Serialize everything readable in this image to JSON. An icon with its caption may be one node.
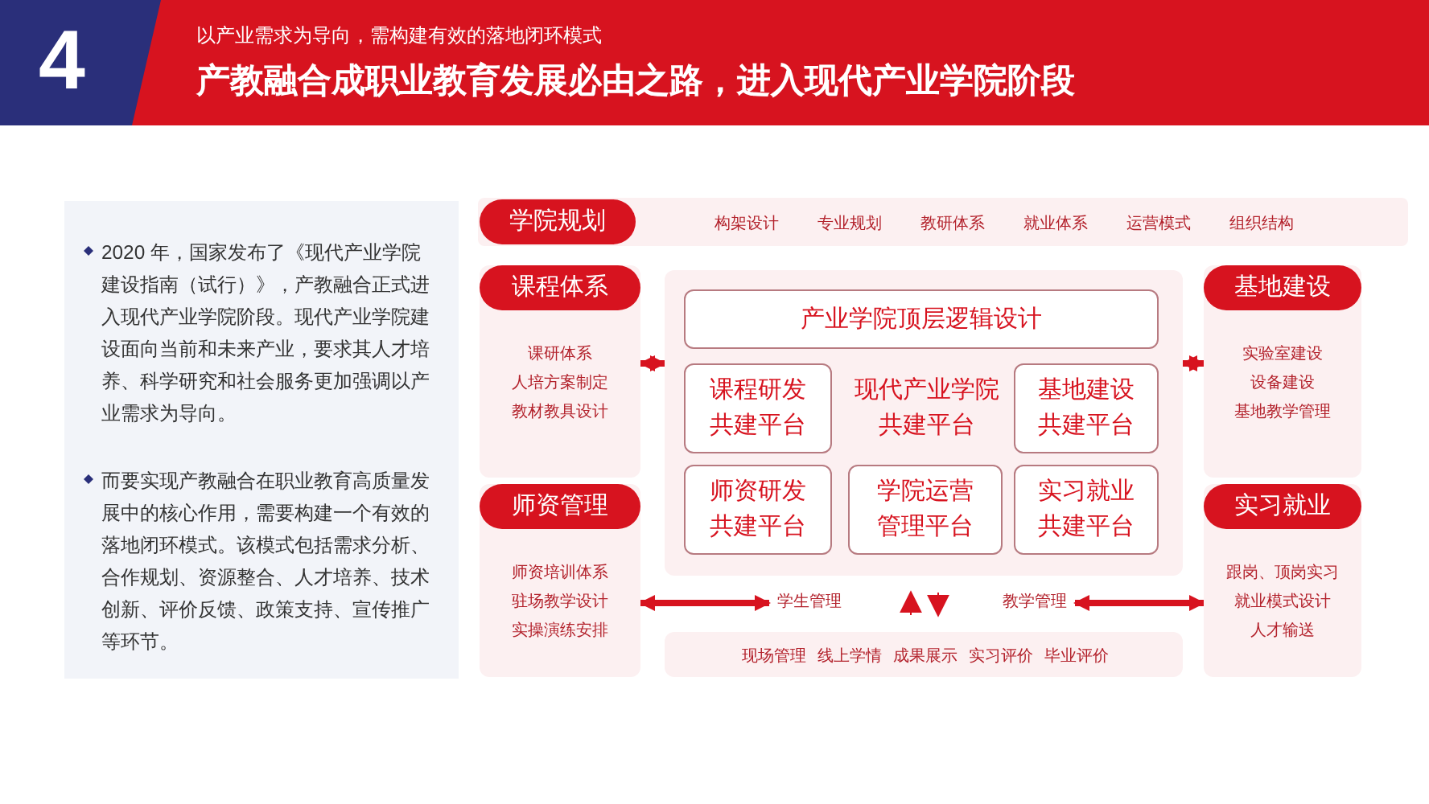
{
  "diagram": {
    "title": "产教融合成职业教育发展必由之路，进入现代产业学院阶段",
    "nodes": [
      {
        "text": [
          "2020 年，国家发布了《现代产业学院建设指南（试行）》，产教融合正式进入现代产业学院阶段。现代产业学院建设面向当前和未来产业，要求其人才培养、科学研究和社会服务更加强调以产业需求为导向。",
          "而要实现产教融合在职业教育高质量发展中的核心作用，需要构建一个有效的落地闭环模式。该模式包括需求分析、合作规划、资源整合、人才培养、技术创新、评价反馈、政策支持、宣传推广等环节。"
        ]
      },
      {
        "text": [
          "学院规划",
          "构架设计",
          "专业规划",
          "教研体系",
          "就业体系",
          "运营模式",
          "组织结构"
        ]
      },
      {
        "text": [
          "课程体系",
          "课研体系",
          "人培方案制定",
          "教材教具设计"
        ]
      },
      {
        "text": [],
        "shape": "box"
      },
      {
        "text": [
          "产业学院顶层逻辑设计"
        ],
        "in": 3
      },
      {
        "text": [
          "课程研发共建平台"
        ],
        "in": 3
      },
      {
        "text": [
          "现代产业学院共建平台"
        ],
        "in": 3
      },
      {
        "text": [
          "基地建设共建平台"
        ],
        "in": 3
      },
      {
        "text": [
          "师资研发共建平台"
        ],
        "in": 3
      },
      {
        "text": [
          "学院运营管理平台"
        ],
        "in": 3
      },
      {
        "text": [
          "实习就业共建平台"
        ],
        "in": 3
      },
      {
        "text": [
          "基地建设",
          "实验室建设",
          "设备建设",
          "基地教学管理"
        ]
      },
      {
        "text": [
          "师资管理",
          "师资培训体系",
          "驻场教学设计",
          "实操演练安排"
        ]
      },
      {
        "text": [
          "学生管理"
        ]
      },
      {
        "text": [
          "教学管理"
        ]
      },
      {
        "text": [
          "实习就业",
          "跟岗、顶岗实习",
          "就业模式设计",
          "人才输送"
        ]
      },
      {
        "text": [
          "现场管理",
          "线上学情",
          "成果展示",
          "实习评价",
          "毕业评价"
        ]
      }
    ],
    "edges": [
      {
        "from": 2,
        "to": 3,
        "arrow": "both"
      },
      {
        "from": 3,
        "to": 11,
        "arrow": "both"
      },
      {
        "from": 12,
        "to": 13,
        "arrow": "both"
      },
      {
        "from": 14,
        "to": 15,
        "arrow": "both"
      },
      {
        "from": 16,
        "to": 3,
        "arrow": "to"
      },
      {
        "from": 3,
        "to": 16,
        "arrow": "to"
      }
    ],
    "labels": [
      "4",
      "以产业需求为导向，需构建有效的落地闭环模式"
    ]
  }
}
